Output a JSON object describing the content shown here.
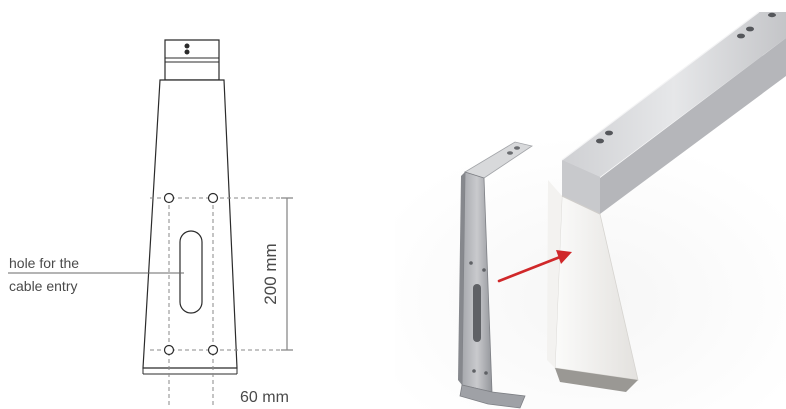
{
  "drawing": {
    "hole_label_line1": "hole for the",
    "hole_label_line2": "cable entry",
    "height_dimension": "200 mm",
    "width_dimension": "60 mm"
  },
  "colors": {
    "line": "#2b2b2b",
    "dimension_line": "#8a8a8a",
    "label_text": "#4a4a4a",
    "arrow": "#d0282a",
    "metal_light": "#d9dadc",
    "metal_dark": "#8e9095",
    "white_part": "#efeeec"
  }
}
